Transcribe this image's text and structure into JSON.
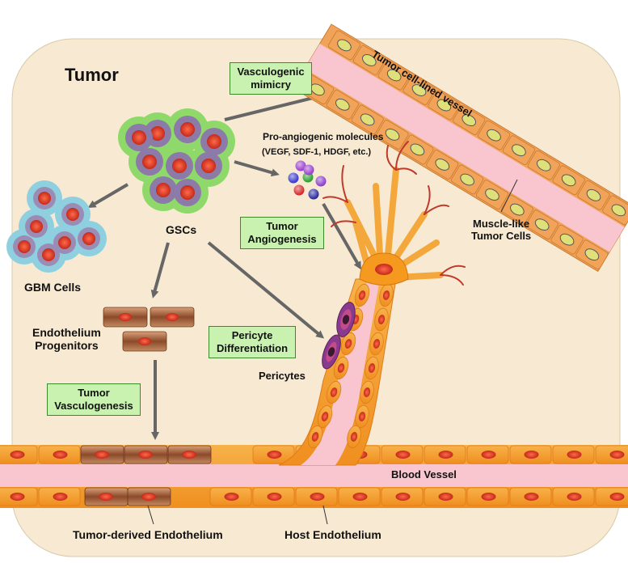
{
  "diagram": {
    "region_label": "Tumor",
    "boxes": {
      "vasculogenic_mimicry": [
        "Vasculogenic",
        "mimicry"
      ],
      "tumor_angiogenesis": [
        "Tumor",
        "Angiogenesis"
      ],
      "pericyte_differentiation": [
        "Pericyte",
        "Differentiation"
      ],
      "tumor_vasculogenesis": [
        "Tumor",
        "Vasculogenesis"
      ]
    },
    "labels": {
      "gscs": "GSCs",
      "gbm_cells": "GBM Cells",
      "pro_angiogenic_title": "Pro-angiogenic molecules",
      "pro_angiogenic_list": "(VEGF,  SDF-1,  HDGF,  etc.)",
      "tumor_vessel": "Tumor cell-lined vessel",
      "muscle_like": [
        "Muscle-like",
        "Tumor Cells"
      ],
      "endothelium_progenitors": [
        "Endothelium",
        "Progenitors"
      ],
      "pericytes": "Pericytes",
      "blood_vessel": "Blood Vessel",
      "tumor_derived_endothelium": "Tumor-derived Endothelium",
      "host_endothelium": "Host  Endothelium"
    },
    "colors": {
      "tumor_bg": "#f8ead2",
      "box_fill": "#c9f2b0",
      "vessel_lumen": "#f9c6cf",
      "vessel_cell": "#f4a73a",
      "nucleus": "#e4432a",
      "gsc_outer": "#8fd96a",
      "gsc_inner": "#8c7aa8",
      "gbm_outer": "#8fd0e0",
      "pericyte": "#8a3a8e",
      "progenitor": "#a0522d",
      "arrow": "#666666",
      "muscle_cell": "#f2a35a",
      "muscle_nucleus": "#e0e07a"
    },
    "molecule_colors": [
      "#9b3fcf",
      "#3a3ad0",
      "#2ca02c",
      "#8b3fcf",
      "#d62728",
      "#2a2aa0",
      "#9b3fcf"
    ]
  }
}
